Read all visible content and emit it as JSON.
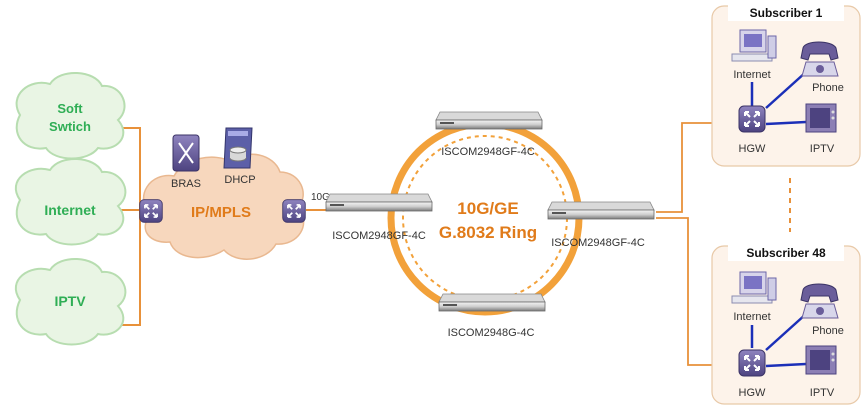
{
  "clouds": {
    "soft_switch": [
      "Soft",
      "Swtich"
    ],
    "internet": "Internet",
    "iptv": "IPTV",
    "core": "IP/MPLS"
  },
  "core": {
    "bras": "BRAS",
    "dhcp": "DHCP",
    "uplink": "10G"
  },
  "ring": {
    "title_line1": "10G/GE",
    "title_line2": "G.8032 Ring",
    "devices": {
      "top": "ISCOM2948GF-4C",
      "left": "ISCOM2948GF-4C",
      "right": "ISCOM2948GF-4C",
      "bottom": "ISCOM2948G-4C"
    }
  },
  "subscribers": [
    {
      "title": "Subscriber 1",
      "internet": "Internet",
      "phone": "Phone",
      "hgw": "HGW",
      "iptv": "IPTV"
    },
    {
      "title": "Subscriber 48",
      "internet": "Internet",
      "phone": "Phone",
      "hgw": "HGW",
      "iptv": "IPTV"
    }
  ],
  "colors": {
    "orange_link": "#e8913a",
    "ring": "#f2a13a",
    "cloud_fill": "#e9f5e4",
    "core_cloud_fill": "#f7d7bd",
    "router": "#6a5d9a",
    "blue_link": "#1b2fb8",
    "cloud_text": "#2fae55",
    "ring_text": "#e07b1a"
  }
}
